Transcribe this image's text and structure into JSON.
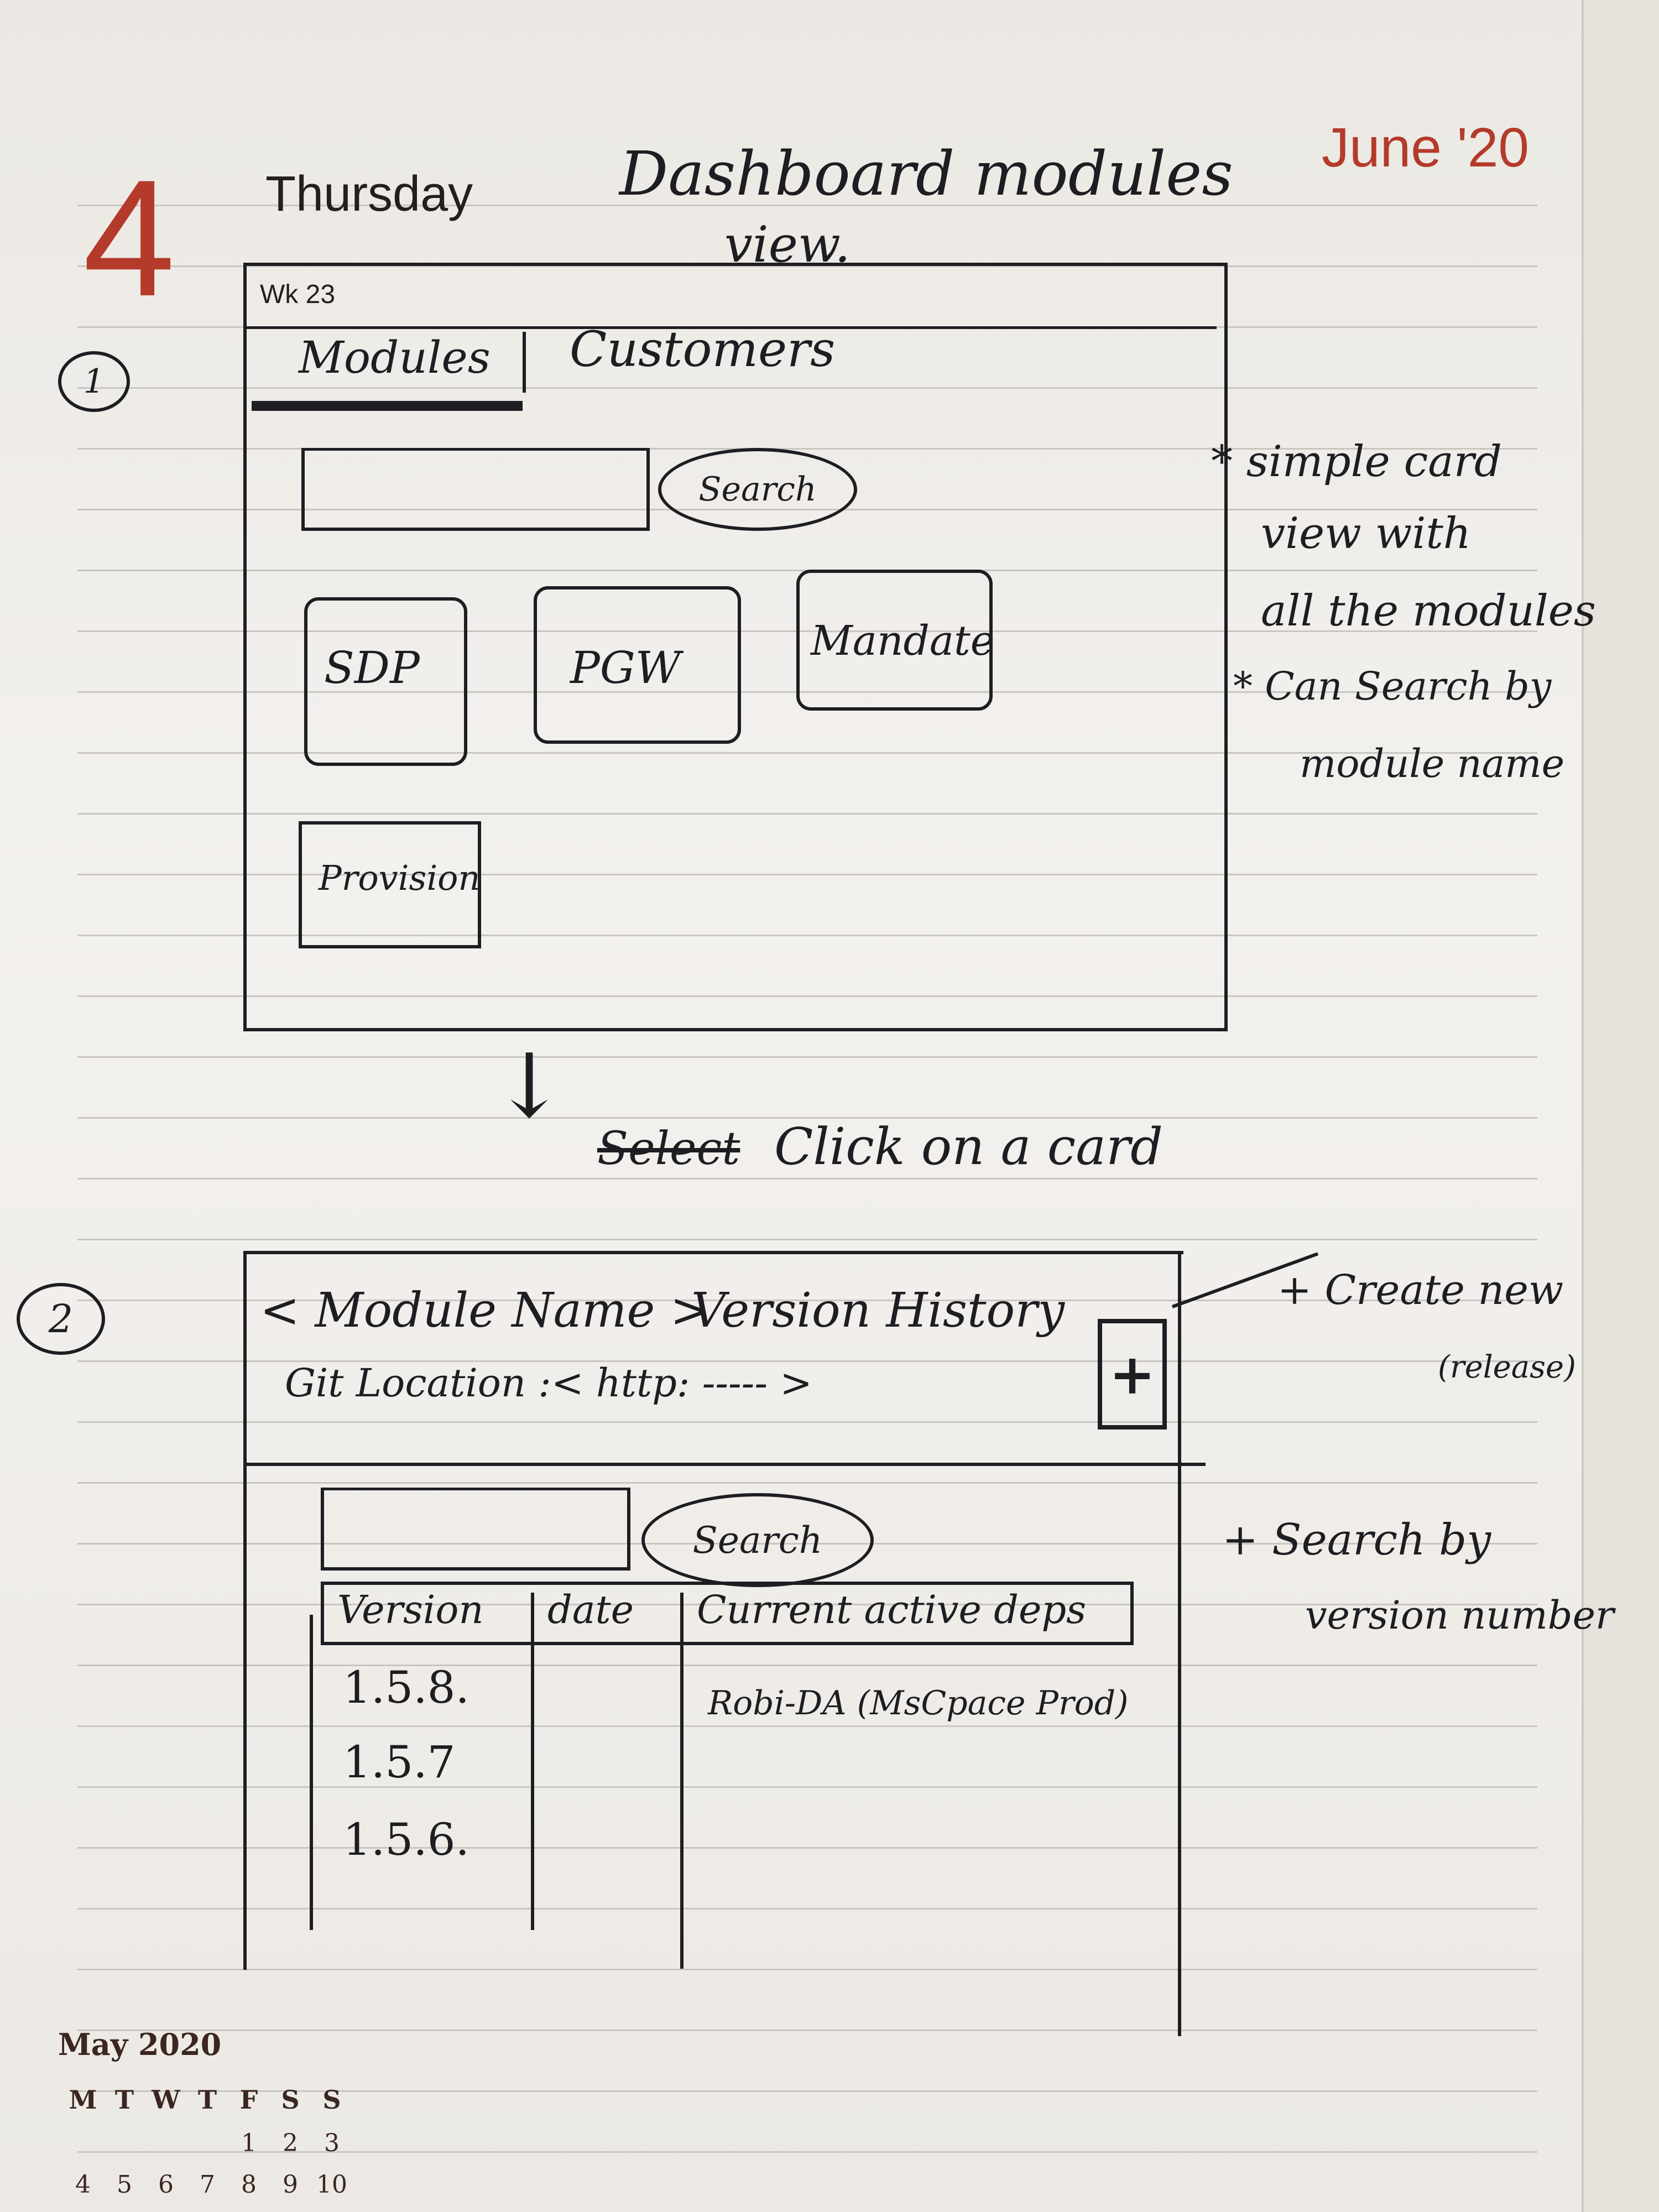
{
  "header": {
    "day_number": "4",
    "weekday": "Thursday",
    "month_year": "June '20",
    "week": "Wk 23",
    "heading_line1": "Dashboard modules",
    "heading_line2": "view."
  },
  "sketch1": {
    "step": "1",
    "tabs": [
      "Modules",
      "Customers"
    ],
    "search_label": "Search",
    "cards": [
      "SDP",
      "PGW",
      "Mandate",
      "Provision"
    ],
    "notes": [
      "* simple card",
      "view with",
      "all the modules",
      "* Can Search by",
      "module name"
    ]
  },
  "transition": {
    "arrow": "↓",
    "text": "Click on a card",
    "struck": "Select"
  },
  "sketch2": {
    "step": "2",
    "title_left": "< Module Name >",
    "title_right": "Version History",
    "git_location": "Git Location :< http: ----- >",
    "plus_label": "+",
    "search_label": "Search",
    "columns": [
      "Version",
      "date",
      "Current active deps"
    ],
    "rows": [
      {
        "version": "1.5.8.",
        "date": "",
        "deps": "Robi-DA (MsCpace Prod)"
      },
      {
        "version": "1.5.7",
        "date": "",
        "deps": ""
      },
      {
        "version": "1.5.6.",
        "date": "",
        "deps": ""
      }
    ],
    "notes_create": [
      "+ Create new",
      "(release)"
    ],
    "notes_search": [
      "+ Search by",
      "version number"
    ]
  },
  "calendar": {
    "title": "May 2020",
    "weekdays": [
      "M",
      "T",
      "W",
      "T",
      "F",
      "S",
      "S"
    ],
    "row1": [
      "",
      "",
      "",
      "",
      "1",
      "2",
      "3"
    ],
    "row2": [
      "4",
      "5",
      "6",
      "7",
      "8",
      "9",
      "10"
    ]
  }
}
